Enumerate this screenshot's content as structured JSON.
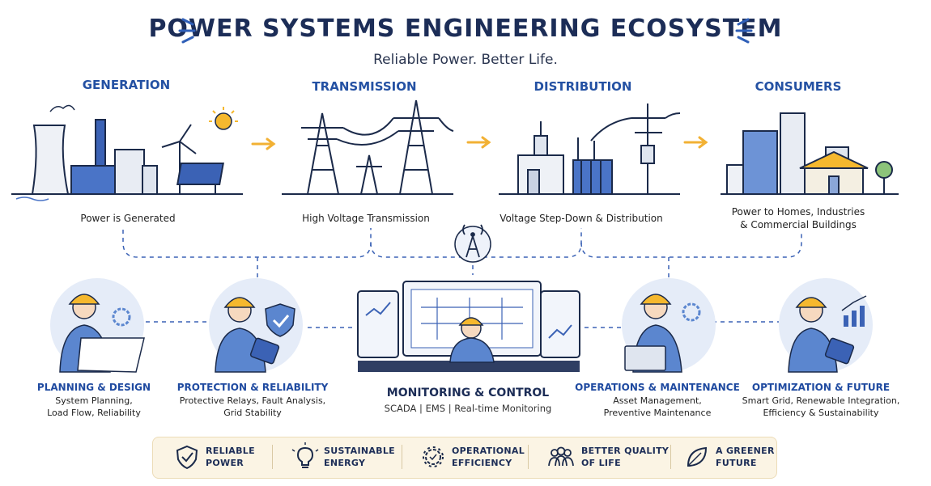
{
  "header": {
    "title": "POWER SYSTEMS ENGINEERING ECOSYSTEM",
    "subtitle": "Reliable Power. Better Life."
  },
  "stages": [
    {
      "label": "GENERATION",
      "caption": "Power is Generated"
    },
    {
      "label": "TRANSMISSION",
      "caption": "High Voltage Transmission"
    },
    {
      "label": "DISTRIBUTION",
      "caption": "Voltage Step-Down & Distribution"
    },
    {
      "label": "CONSUMERS",
      "caption_line1": "Power to Homes, Industries",
      "caption_line2": "& Commercial Buildings"
    }
  ],
  "roles": [
    {
      "title": "PLANNING & DESIGN",
      "line1": "System Planning,",
      "line2": "Load Flow, Reliability"
    },
    {
      "title": "PROTECTION & RELIABILITY",
      "line1": "Protective Relays, Fault Analysis,",
      "line2": "Grid Stability"
    },
    {
      "title": "OPERATIONS & MAINTENANCE",
      "line1": "Asset Management,",
      "line2": "Preventive Maintenance"
    },
    {
      "title": "OPTIMIZATION & FUTURE",
      "line1": "Smart Grid, Renewable Integration,",
      "line2": "Efficiency & Sustainability"
    }
  ],
  "monitoring": {
    "title": "MONITORING & CONTROL",
    "desc": "SCADA  |  EMS  |  Real-time Monitoring"
  },
  "benefits": [
    {
      "line1": "RELIABLE",
      "line2": "POWER",
      "icon": "shield-check-icon"
    },
    {
      "line1": "SUSTAINABLE",
      "line2": "ENERGY",
      "icon": "lightbulb-icon"
    },
    {
      "line1": "OPERATIONAL",
      "line2": "EFFICIENCY",
      "icon": "gear-icon"
    },
    {
      "line1": "BETTER QUALITY",
      "line2": "OF LIFE",
      "icon": "people-icon"
    },
    {
      "line1": "A GREENER",
      "line2": "FUTURE",
      "icon": "leaf-icon"
    }
  ],
  "colors": {
    "accent_blue": "#2451a3",
    "arrow_yellow": "#f2b134",
    "hardhat_yellow": "#f5b82e",
    "shirt_blue": "#5b86cf",
    "banner_bg": "#fbf4e4"
  }
}
